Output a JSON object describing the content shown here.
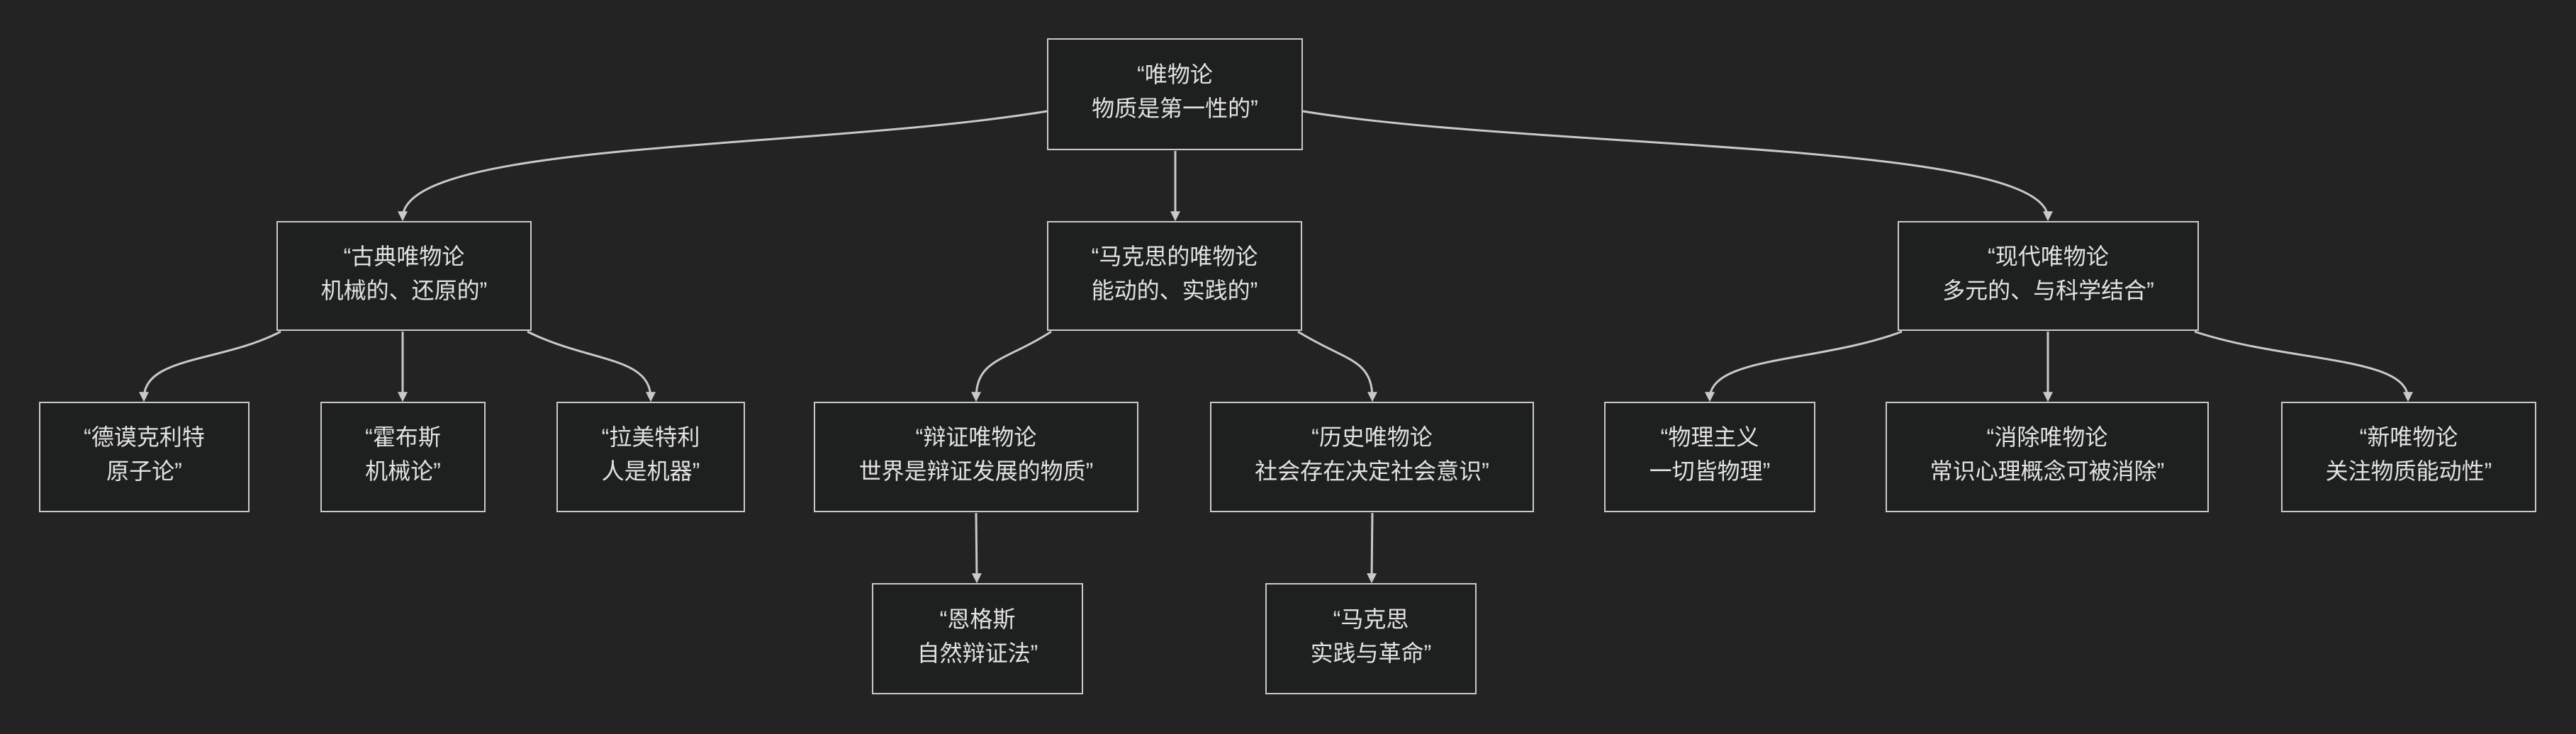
{
  "diagram": {
    "type": "flowchart",
    "direction": "top-down",
    "colors": {
      "background": "#232323",
      "node_fill": "#1e2020",
      "node_border": "#c9c9c9",
      "edge": "#c9c9c9",
      "text": "#e2e2e2"
    },
    "nodes": {
      "root": {
        "line1": "“唯物论",
        "line2": "物质是第一性的”"
      },
      "classical": {
        "line1": "“古典唯物论",
        "line2": "机械的、还原的”"
      },
      "marx": {
        "line1": "“马克思的唯物论",
        "line2": "能动的、实践的”"
      },
      "modern": {
        "line1": "“现代唯物论",
        "line2": "多元的、与科学结合”"
      },
      "democritus": {
        "line1": "“德谟克利特",
        "line2": "原子论”"
      },
      "hobbes": {
        "line1": "“霍布斯",
        "line2": "机械论”"
      },
      "lamettrie": {
        "line1": "“拉美特利",
        "line2": "人是机器”"
      },
      "dialectical": {
        "line1": "“辩证唯物论",
        "line2": "世界是辩证发展的物质”"
      },
      "historical": {
        "line1": "“历史唯物论",
        "line2": "社会存在决定社会意识”"
      },
      "physicalism": {
        "line1": "“物理主义",
        "line2": "一切皆物理”"
      },
      "eliminative": {
        "line1": "“消除唯物论",
        "line2": "常识心理概念可被消除”"
      },
      "new_materialism": {
        "line1": "“新唯物论",
        "line2": "关注物质能动性”"
      },
      "engels": {
        "line1": "“恩格斯",
        "line2": "自然辩证法”"
      },
      "marx_practice": {
        "line1": "“马克思",
        "line2": "实践与革命”"
      }
    },
    "edges": [
      {
        "from": "root",
        "to": "classical"
      },
      {
        "from": "root",
        "to": "marx"
      },
      {
        "from": "root",
        "to": "modern"
      },
      {
        "from": "classical",
        "to": "democritus"
      },
      {
        "from": "classical",
        "to": "hobbes"
      },
      {
        "from": "classical",
        "to": "lamettrie"
      },
      {
        "from": "marx",
        "to": "dialectical"
      },
      {
        "from": "marx",
        "to": "historical"
      },
      {
        "from": "modern",
        "to": "physicalism"
      },
      {
        "from": "modern",
        "to": "eliminative"
      },
      {
        "from": "modern",
        "to": "new_materialism"
      },
      {
        "from": "dialectical",
        "to": "engels"
      },
      {
        "from": "historical",
        "to": "marx_practice"
      }
    ]
  }
}
